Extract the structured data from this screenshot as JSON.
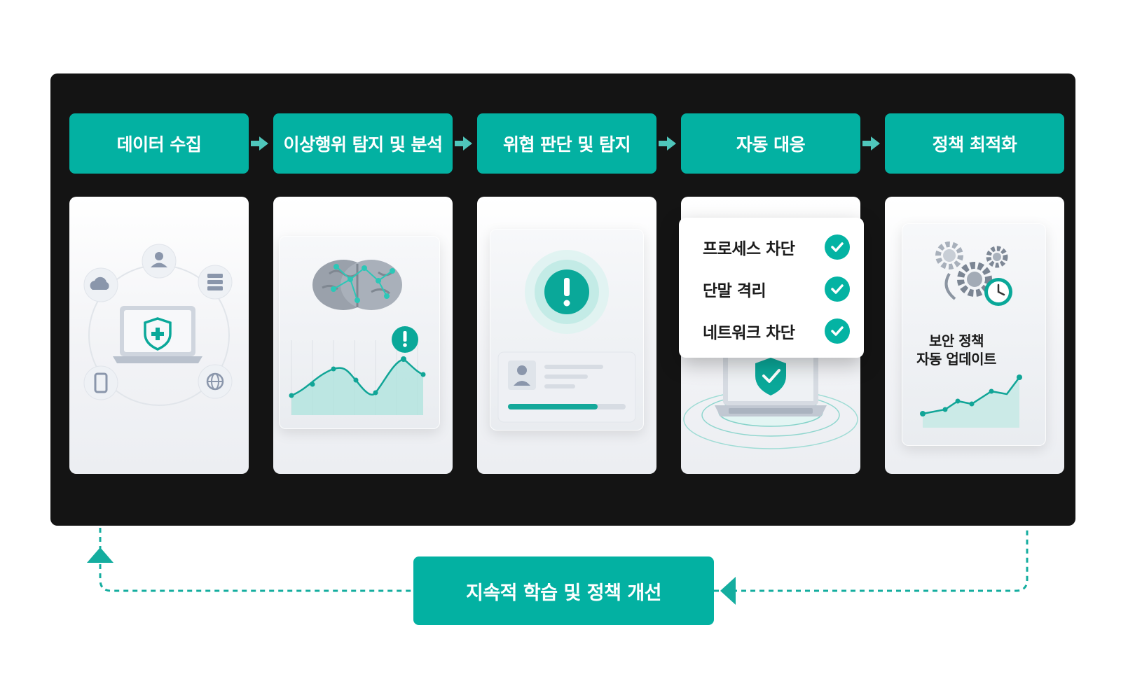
{
  "steps": [
    {
      "label": "데이터 수집"
    },
    {
      "label": "이상행위 탐지 및 분석"
    },
    {
      "label": "위협 판단 및 탐지"
    },
    {
      "label": "자동 대응"
    },
    {
      "label": "정책 최적화"
    }
  ],
  "response_actions": [
    {
      "label": "프로세스 차단"
    },
    {
      "label": "단말 격리"
    },
    {
      "label": "네트워크 차단"
    }
  ],
  "policy_update": {
    "line1": "보안 정책",
    "line2": "자동 업데이트"
  },
  "feedback_loop": {
    "label": "지속적 학습 및 정책 개선"
  },
  "colors": {
    "accent": "#03b1a2",
    "panel": "#141414",
    "card": "#f2f3f6",
    "icon_slate": "#8a96ab"
  },
  "icons": [
    "cloud-icon",
    "user-icon",
    "server-icon",
    "smartphone-icon",
    "globe-icon",
    "laptop-icon",
    "shield-icon",
    "brain-icon",
    "alert-icon",
    "profile-icon",
    "check-icon",
    "gear-icon",
    "clock-icon",
    "arrow-right-icon",
    "arrow-up-icon",
    "arrow-left-icon"
  ]
}
